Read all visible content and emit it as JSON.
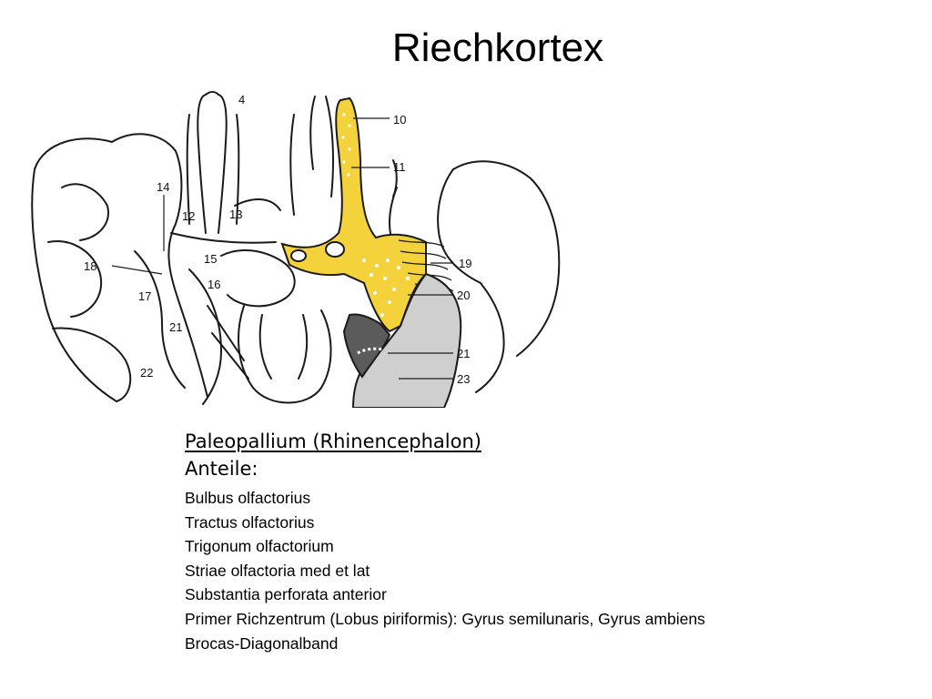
{
  "title": "Riechkortex",
  "figure": {
    "labels": [
      "4",
      "10",
      "11",
      "14",
      "12",
      "13",
      "15",
      "16",
      "18",
      "17",
      "21",
      "22",
      "19",
      "20",
      "21",
      "23"
    ],
    "colors": {
      "yellow": "#f3d23c",
      "light_gray": "#cfcfcf",
      "dark_gray": "#5b5b5b",
      "outline": "#1a1a1a"
    }
  },
  "text": {
    "heading": "Paleopallium (Rhinencephalon)",
    "subheading": "Anteile:",
    "items": [
      "Bulbus olfactorius",
      "Tractus olfactorius",
      "Trigonum olfactorium",
      "Striae olfactoria med et lat",
      "Substantia perforata anterior",
      "Primer Richzentrum (Lobus piriformis): Gyrus semilunaris, Gyrus ambiens",
      "Brocas-Diagonalband"
    ]
  }
}
